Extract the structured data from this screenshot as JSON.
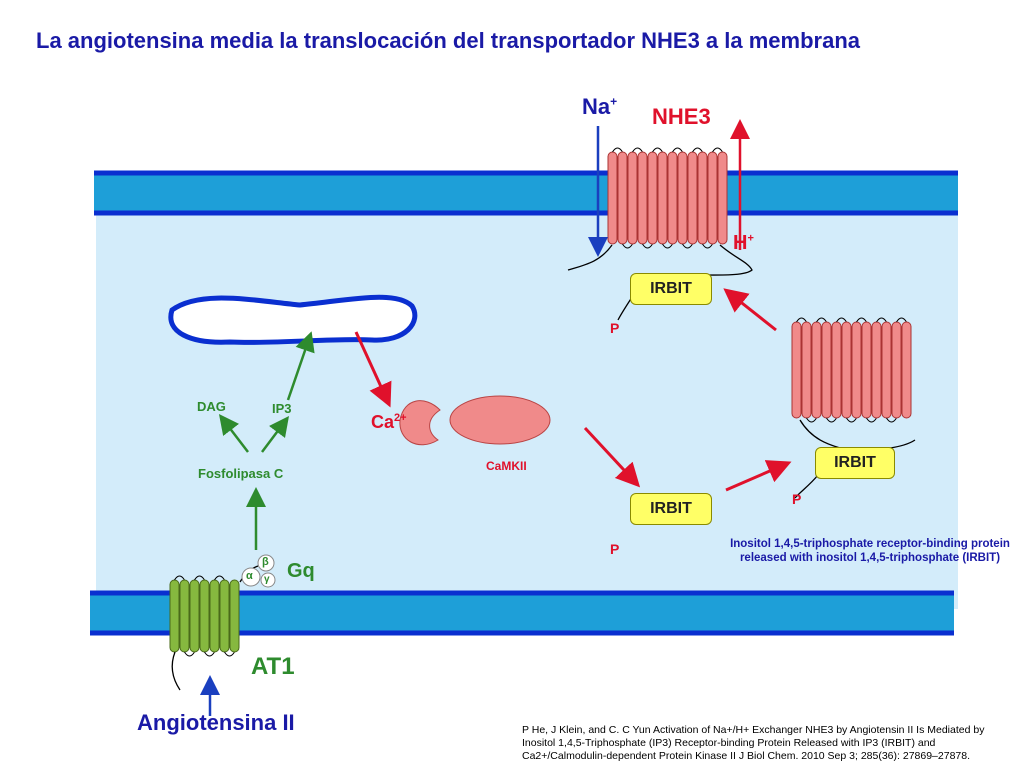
{
  "title": "La angiotensina media la translocación del transportador NHE3 a la membrana",
  "labels": {
    "na": "Na",
    "na_sup": "+",
    "nhe3": "NHE3",
    "h": "H",
    "h_sup": "+",
    "irbit_top": "IRBIT",
    "irbit_mid": "IRBIT",
    "irbit_right": "IRBIT",
    "p_top": "P",
    "p_mid": "P",
    "p_right": "P",
    "dag": "DAG",
    "ip3": "IP3",
    "ca": "Ca",
    "ca_sup": "2+",
    "camkii": "CaMKII",
    "fosfolipasa": "Fosfolipasa  C",
    "gq": "Gq",
    "alpha": "α",
    "beta": "β",
    "gamma": "γ",
    "at1": "AT1",
    "angiotensina": "Angiotensina II"
  },
  "note": "Inositol 1,4,5-triphosphate receptor-binding protein released with inositol 1,4,5-triphosphate (IRBIT)",
  "citation": "P He, J Klein, and C. C Yun Activation of Na+/H+ Exchanger NHE3 by Angiotensin II Is Mediated by Inositol 1,4,5-Triphosphate (IP3) Receptor-binding Protein Released with IP3 (IRBIT) and Ca2+/Calmodulin-dependent Protein Kinase II J Biol Chem. 2010 Sep 3; 285(36): 27869–27878.",
  "colors": {
    "membrane": "#1e9fd8",
    "membrane_border": "#0a2fd0",
    "cytoplasm": "#d3ecfa",
    "nhe3_helix": "#f08a8a",
    "at1_helix": "#86b83f",
    "arrow_red": "#e0112b",
    "arrow_green": "#2e8b2e",
    "arrow_blue": "#1a3fbf",
    "irbit": "#ffff66"
  }
}
